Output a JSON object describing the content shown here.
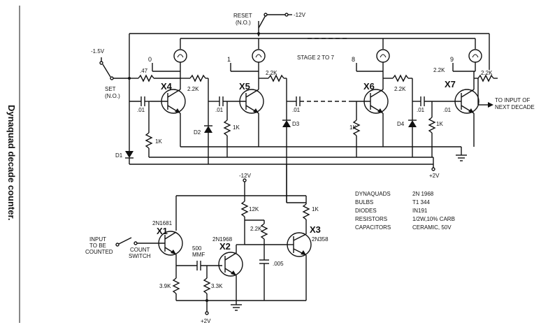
{
  "caption": "Dynaquad decade counter.",
  "labels": {
    "reset": "RESET",
    "reset_no": "(N.O.)",
    "neg12_top": "-12V",
    "neg15": "-1.5V",
    "set": "SET",
    "set_no": "(N.O.)",
    "stage": "STAGE 2 TO 7",
    "to_input_1": "TO INPUT OF",
    "to_input_2": "NEXT DECADE",
    "pos2_right": "+2V",
    "neg12_mid": "-12V",
    "pos2_bottom": "+2V",
    "input_1": "INPUT",
    "input_2": "TO BE",
    "input_3": "COUNTED",
    "count_1": "COUNT",
    "count_2": "SWITCH",
    "mmf_1": "500",
    "mmf_2": "MMF"
  },
  "bulbs": [
    "0",
    "1",
    "8",
    "9"
  ],
  "transistors": {
    "x4": "X4",
    "x5": "X5",
    "x6": "X6",
    "x7": "X7",
    "x1": "X1",
    "x2": "X2",
    "x3": "X3",
    "x1_part": "2N1681",
    "x2_part": "2N1968",
    "x3_part": "2N358"
  },
  "components": {
    "r47": ".47",
    "r22k_a": "2.2K",
    "r22k_b": "2.2K",
    "r22k_c": "2.2K",
    "r22k_d": "2.2K",
    "r22k_e": "2.2K",
    "c01_a": ".01",
    "c01_b": ".01",
    "c01_c": ".01",
    "c01_d": ".01",
    "c01_e": ".01",
    "r1k_a": "1K",
    "r1k_b": "1K",
    "r1k_c": "1K",
    "r1k_d": "1K",
    "r1k_e": "1K",
    "d1": "D1",
    "d2": "D2",
    "d3": "D3",
    "d4": "D4",
    "r12k": "12K",
    "r22k_low": "2.2K",
    "c005": ".005",
    "r39k": "3.9K",
    "r33k": "3.3K"
  },
  "legend": [
    {
      "name": "DYNAQUADS",
      "value": "2N 1968"
    },
    {
      "name": "BULBS",
      "value": "T1 344"
    },
    {
      "name": "DIODES",
      "value": "IN191"
    },
    {
      "name": "RESISTORS",
      "value": "1/2W,10% CARB"
    },
    {
      "name": "CAPACITORS",
      "value": "CERAMIC, 50V"
    }
  ]
}
